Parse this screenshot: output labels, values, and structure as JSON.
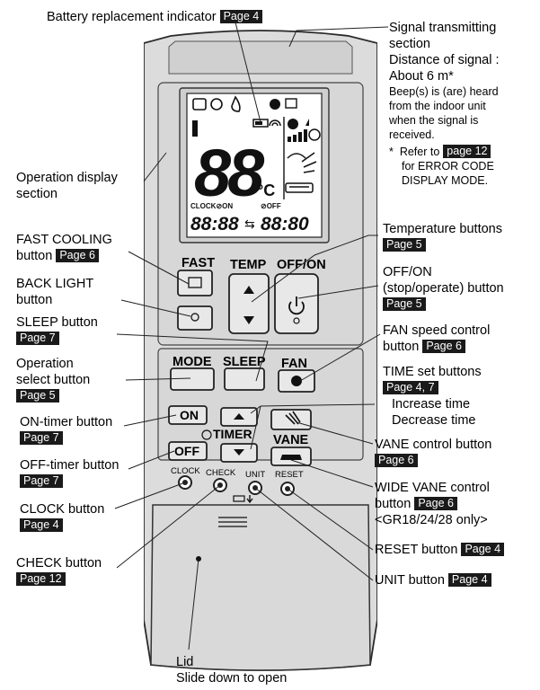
{
  "labels": {
    "battery": {
      "text": "Battery replacement indicator",
      "page": "Page 4"
    },
    "signal": {
      "line1": "Signal transmitting",
      "line2": "section",
      "line3": "Distance of signal :",
      "line4": "About 6 m*",
      "beep1": "Beep(s) is (are) heard",
      "beep2": "from the indoor unit",
      "beep3": "when the signal is",
      "beep4": "received.",
      "note_star": "*",
      "note_prefix": "Refer to",
      "note_page": "page 12",
      "note2": "for ERROR CODE",
      "note3": "DISPLAY MODE."
    },
    "operation_display": {
      "line1": "Operation display",
      "line2": "section"
    },
    "fast_cooling": {
      "line1": "FAST COOLING",
      "line2": "button",
      "page": "Page 6"
    },
    "back_light": {
      "line1": "BACK LIGHT",
      "line2": "button"
    },
    "sleep": {
      "line1": "SLEEP button",
      "page": "Page 7"
    },
    "operation_select": {
      "line1": "Operation",
      "line2": "select button",
      "page": "Page 5"
    },
    "on_timer": {
      "line1": "ON-timer button",
      "page": "Page 7"
    },
    "off_timer": {
      "line1": "OFF-timer button",
      "page": "Page 7"
    },
    "clock": {
      "line1": "CLOCK button",
      "page": "Page 4"
    },
    "check": {
      "line1": "CHECK button",
      "page": "Page 12"
    },
    "lid": {
      "line1": "Lid",
      "line2": "Slide down to open"
    },
    "temperature": {
      "line1": "Temperature buttons",
      "page": "Page 5"
    },
    "offon": {
      "line1": "OFF/ON",
      "line2": "(stop/operate) button",
      "page": "Page 5"
    },
    "fan_speed": {
      "line1": "FAN speed control",
      "line2": "button",
      "page": "Page 6"
    },
    "time_set": {
      "line1": "TIME set buttons",
      "page": "Page 4, 7",
      "line2": "Increase time",
      "line3": "Decrease time"
    },
    "vane": {
      "line1": "VANE control button",
      "page": "Page 6"
    },
    "wide_vane": {
      "line1": "WIDE VANE control",
      "line2": "button",
      "page": "Page 6",
      "line3": "<GR18/24/28 only>"
    },
    "reset": {
      "line1": "RESET button",
      "page": "Page 4"
    },
    "unit": {
      "line1": "UNIT button",
      "page": "Page 4"
    }
  },
  "remote": {
    "display": {
      "big_digits": "88",
      "celsius": "°C",
      "clock_on": "CLOCK⊘ON",
      "off": "⊘OFF",
      "time_left": "88:88",
      "time_right": "88:80",
      "arrow": "⇆"
    },
    "buttons": {
      "fast": "FAST",
      "temp": "TEMP",
      "offon": "OFF/ON",
      "mode": "MODE",
      "sleep": "SLEEP",
      "fan": "FAN",
      "on": "ON",
      "timer": "TIMER",
      "off": "OFF",
      "vane": "VANE",
      "clock": "CLOCK",
      "check": "CHECK",
      "unit": "UNIT",
      "reset": "RESET"
    },
    "colors": {
      "body": "#dcdcdc",
      "outline": "#2a2a2a",
      "lcd": "#ffffff"
    }
  }
}
